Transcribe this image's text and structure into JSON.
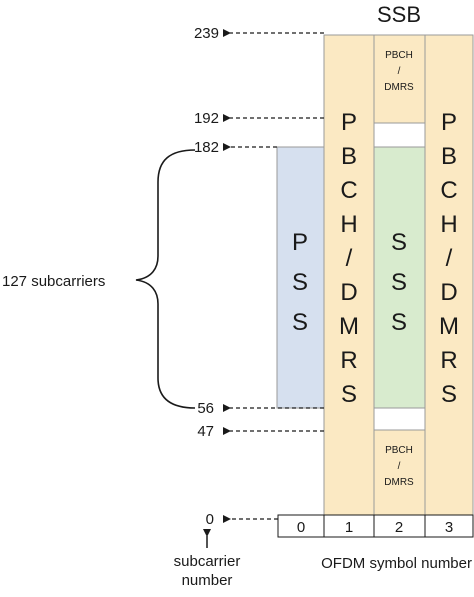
{
  "title": "SSB",
  "subcarrier_ticks": [
    "239",
    "192",
    "182",
    "56",
    "47",
    "0"
  ],
  "brace_label": "127 subcarriers",
  "columns": [
    {
      "symbol": "0",
      "content": ""
    },
    {
      "symbol": "1",
      "content": "PBCH/DMRS"
    },
    {
      "symbol": "2",
      "content": "SSS"
    },
    {
      "symbol": "3",
      "content": "PBCH/DMRS"
    }
  ],
  "pss_label": "PSS",
  "sss_label": "SSS",
  "pbch_letters": [
    "P",
    "B",
    "C",
    "H",
    "/",
    "D",
    "M",
    "R",
    "S"
  ],
  "pss_letters": [
    "P",
    "S",
    "S"
  ],
  "sss_letters": [
    "S",
    "S",
    "S"
  ],
  "small_block": {
    "line1": "PBCH",
    "line2": "/",
    "line3": "DMRS"
  },
  "symbol_numbers": [
    "0",
    "1",
    "2",
    "3"
  ],
  "x_axis_label": "OFDM symbol number",
  "y_axis_label": {
    "line1": "subcarrier",
    "line2": "number"
  },
  "colors": {
    "pbch": "#fbe9c3",
    "pss": "#d6e0ef",
    "sss": "#d8ebce",
    "border": "#9a9a9a"
  }
}
